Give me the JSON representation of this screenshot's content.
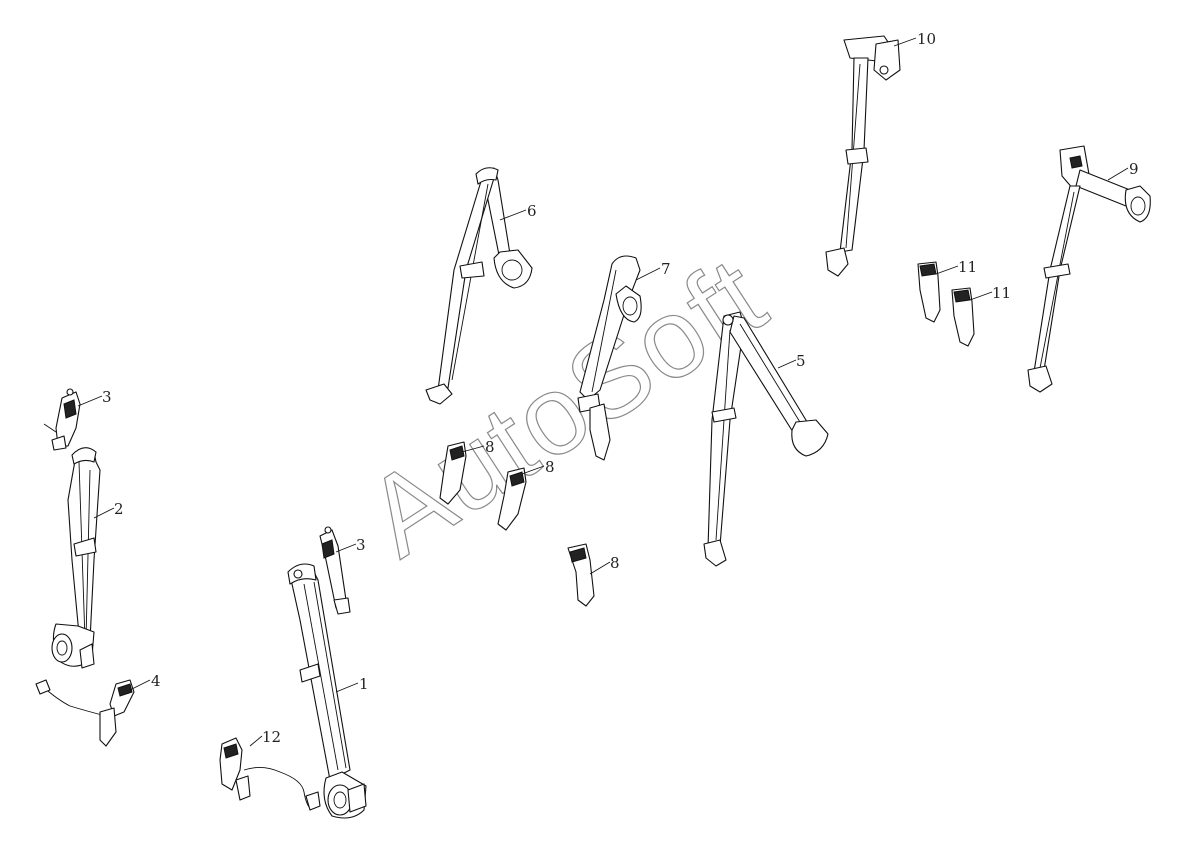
{
  "watermark": "AutoSoft",
  "corner_mark": "",
  "callouts": {
    "c1": "1",
    "c2": "2",
    "c3a": "3",
    "c3b": "3",
    "c4": "4",
    "c5": "5",
    "c6": "6",
    "c7": "7",
    "c8a": "8",
    "c8b": "8",
    "c8c": "8",
    "c9": "9",
    "c10": "10",
    "c11a": "11",
    "c11b": "11",
    "c12": "12"
  },
  "colors": {
    "line": "#111111",
    "watermark": "#8a8a8a",
    "corner_mark": "#3b4bd9"
  }
}
